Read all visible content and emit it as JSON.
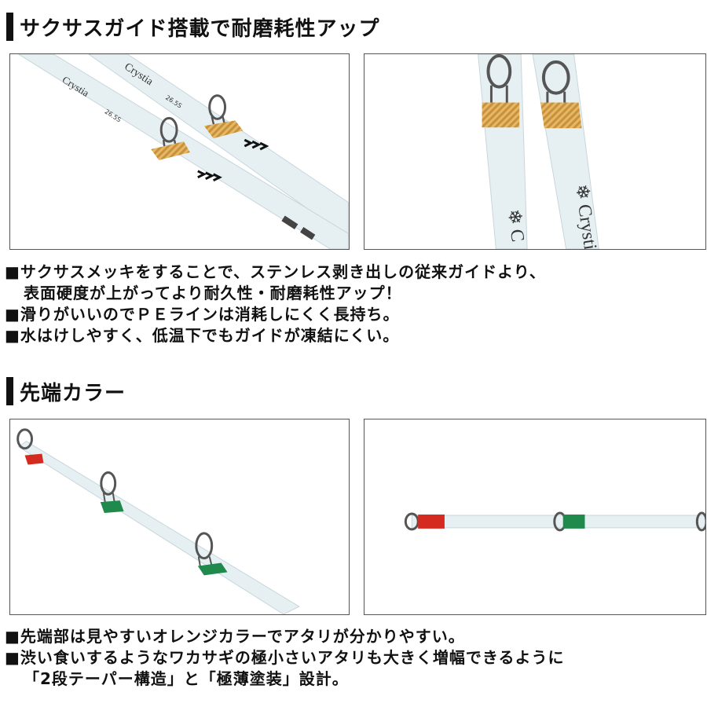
{
  "section1": {
    "title": "サクサスガイド搭載で耐磨耗性アップ",
    "photo_left": {
      "brand_text_1": "Crystia",
      "brand_text_2": "Crystia",
      "model_1": "26.5S",
      "model_2": "26.5S"
    },
    "photo_right": {
      "brand_text": "Crystia"
    },
    "bullets": [
      "■サクサスメッキをすることで、ステンレス剥き出しの従来ガイドより、",
      "表面硬度が上がってより耐久性・耐磨耗性アップ！",
      "■滑りがいいのでＰＥラインは消耗しにくく長持ち。",
      "■水はけしやすく、低温下でもガイドが凍結にくい。"
    ]
  },
  "section2": {
    "title": "先端カラー",
    "bullets": [
      "■先端部は見やすいオレンジカラーでアタリが分かりやすい。",
      "■渋い食いするようなワカサギの極小さいアタリも大きく増幅できるように",
      "「2段テーパー構造」と「極薄塗装」設計。"
    ]
  },
  "colors": {
    "wrap_gold": "#c9913a",
    "wrap_red": "#d42a1f",
    "wrap_green": "#1f8a4c",
    "rod": "#e6f0f3",
    "frame": "#555555"
  }
}
